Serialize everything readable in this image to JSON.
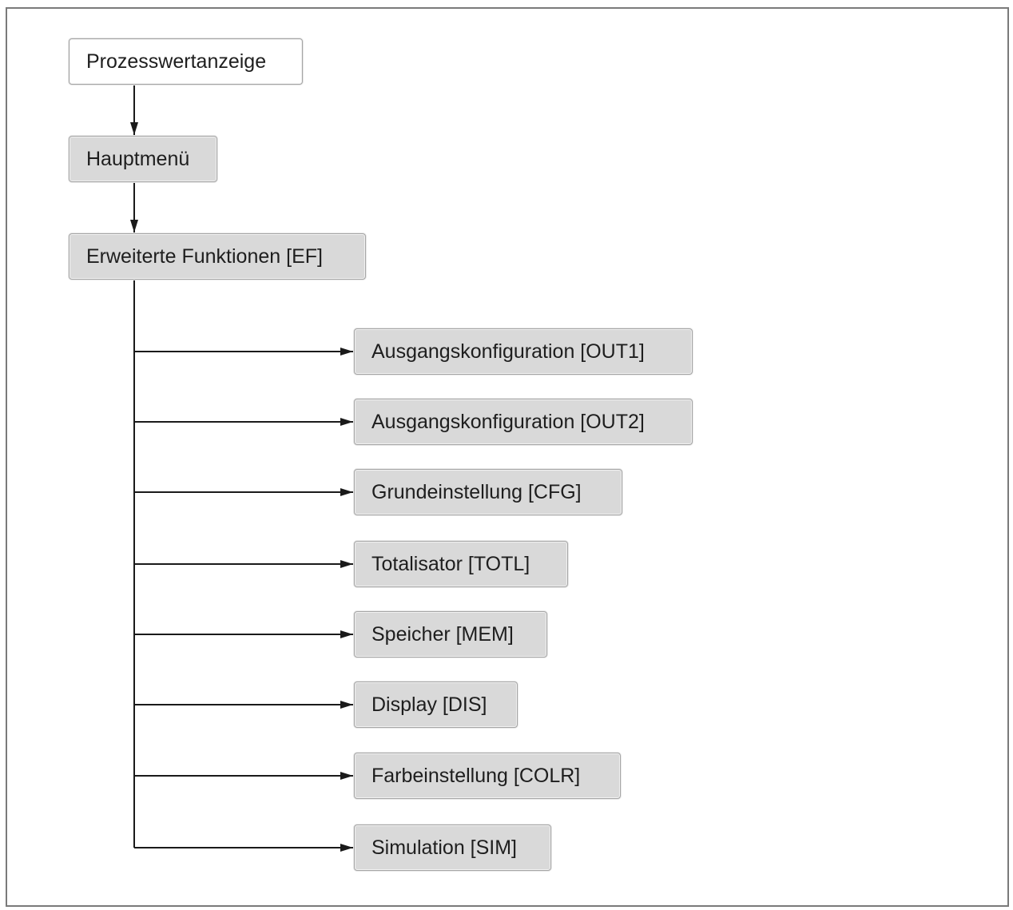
{
  "diagram": {
    "nodes": {
      "process_display": "Prozesswertanzeige",
      "main_menu": "Hauptmenü",
      "extended_functions": "Erweiterte Funktionen [EF]"
    },
    "submenu": [
      {
        "label": "Ausgangskonfiguration [OUT1]"
      },
      {
        "label": "Ausgangskonfiguration [OUT2]"
      },
      {
        "label": "Grundeinstellung [CFG]"
      },
      {
        "label": "Totalisator [TOTL]"
      },
      {
        "label": "Speicher [MEM]"
      },
      {
        "label": "Display [DIS]"
      },
      {
        "label": "Farbeinstellung [COLR]"
      },
      {
        "label": "Simulation [SIM]"
      }
    ],
    "colors": {
      "box_fill": "#d9d9d9",
      "top_box_fill": "#ffffff",
      "line": "#1a1a1a",
      "frame": "#7a7a7a"
    }
  }
}
